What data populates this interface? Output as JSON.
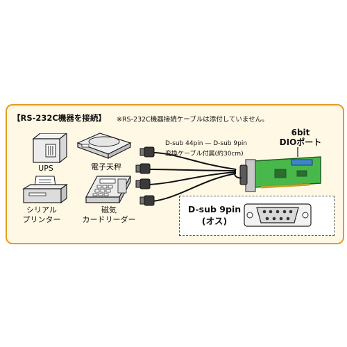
{
  "header": {
    "title": "【RS-232C機器を接続】",
    "note": "※RS-232C機器接続ケーブルは添付していません。"
  },
  "devices": {
    "ups": "UPS",
    "scale": "電子天秤",
    "printer_line1": "シリアル",
    "printer_line2": "プリンター",
    "reader_line1": "磁気",
    "reader_line2": "カードリーダー"
  },
  "cable": {
    "line1": "D-sub 44pin — D-sub 9pin",
    "line2": "変換ケーブル付属(約30cm)"
  },
  "dio": {
    "line1": "6bit",
    "line2": "DIOポート"
  },
  "connector": {
    "line1": "D-sub 9pin",
    "line2": "(オス)"
  },
  "colors": {
    "frame_border": "#e59a1e",
    "frame_bg": "#fff8e5",
    "board_green": "#49b84a",
    "board_stroke": "#1d5e24",
    "connector_blue": "#3f86c8"
  }
}
